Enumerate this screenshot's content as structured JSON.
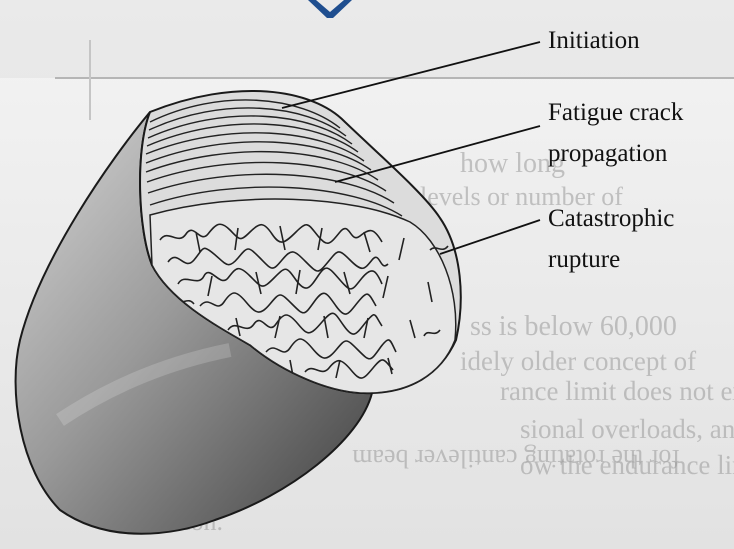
{
  "diagram": {
    "labels": {
      "initiation": "Initiation",
      "fatigue_line1": "Fatigue crack",
      "fatigue_line2": "propagation",
      "catastrophic_line1": "Catastrophic",
      "catastrophic_line2": "rupture"
    },
    "background_text_lines": [
      "how long",
      "levels or number of",
      "ss is below 60,000",
      "idely older concept of",
      "rance limit does not ex",
      "sional overloads, and ot",
      "ow the endurance limit",
      "caution."
    ],
    "mirrored_caption": "for the rotating cantilever beam"
  }
}
